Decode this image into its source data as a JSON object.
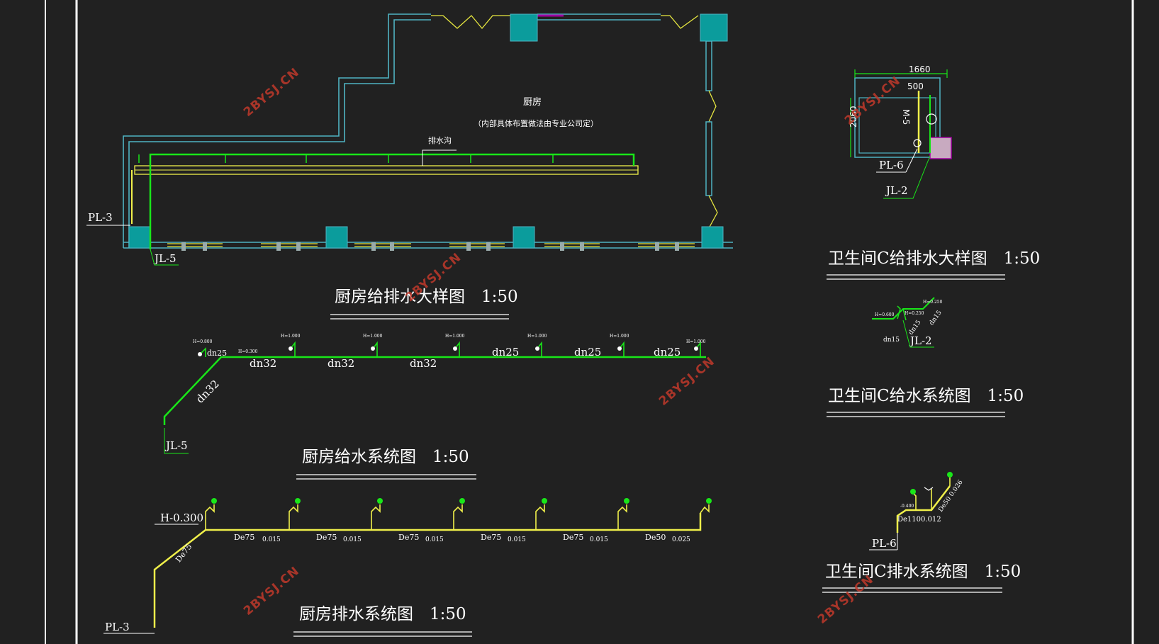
{
  "colors": {
    "background": "#212121",
    "wall": "#4fb3c2",
    "column": "#0b9c9c",
    "water_supply": "#19e619",
    "drainage": "#f0f04a",
    "door": "#a000a0",
    "window": "#e8e840",
    "watermark": "#c0392b",
    "title_text": "#ffffff"
  },
  "drawings": {
    "kitchen_plan": {
      "title": "厨房给排水大样图　1:50",
      "room_name": "厨房",
      "room_note": "（内部具体布置做法由专业公司定）",
      "trench_label": "排水沟",
      "drain_riser": "PL-3",
      "supply_riser": "JL-5"
    },
    "kitchen_supply_system": {
      "title": "厨房给水系统图　1:50",
      "riser": "JL-5",
      "riser_pipe": "dn32",
      "main_pipes": [
        "dn32",
        "dn32",
        "dn32",
        "dn25",
        "dn25",
        "dn25"
      ],
      "first_branch": "dn25",
      "elev_start": "H=0.800",
      "elev_first": "H=0.300",
      "elev_outlet": "H=1.000"
    },
    "kitchen_drain_system": {
      "title": "厨房排水系统图　1:50",
      "riser": "PL-3",
      "elevation": "H-0.300",
      "riser_pipe": "De75",
      "segments": [
        {
          "size": "De75",
          "slope": "0.015"
        },
        {
          "size": "De75",
          "slope": "0.015"
        },
        {
          "size": "De75",
          "slope": "0.015"
        },
        {
          "size": "De75",
          "slope": "0.015"
        },
        {
          "size": "De75",
          "slope": "0.015"
        },
        {
          "size": "De50",
          "slope": "0.025"
        }
      ]
    },
    "toilet_plan": {
      "title": "卫生间C给排水大样图　1:50",
      "dim_width": "1660",
      "dim_inner": "500",
      "dim_height": "2060",
      "door_tag": "M-5",
      "drain_riser": "PL-6",
      "supply_riser": "JL-2"
    },
    "toilet_supply_system": {
      "title": "卫生间C给水系统图　1:50",
      "riser": "JL-2",
      "pipe_main": "dn15",
      "pipe_a": "dn15",
      "pipe_b": "dn15",
      "elev_a": "H=0.600",
      "elev_b": "H=0.250",
      "elev_c": "H=0.250"
    },
    "toilet_drain_system": {
      "title": "卫生间C排水系统图　1:50",
      "riser": "PL-6",
      "pipe_main": "De1100.012",
      "pipe_branch": "De50 0.026",
      "elevation": "-0.400"
    }
  },
  "watermark_text": "2BYSJ.CN"
}
